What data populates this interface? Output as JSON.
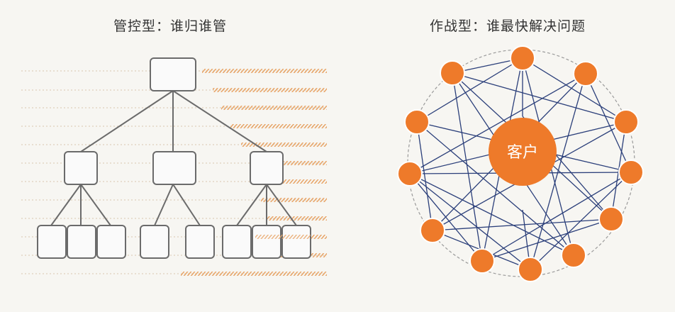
{
  "left": {
    "title": "管控型：谁归谁管"
  },
  "right": {
    "title": "作战型：谁最快解决问题",
    "center_label": "客户"
  },
  "colors": {
    "box_stroke": "#6b6b6b",
    "hatch": "#e8a66a",
    "node_fill": "#ee7a2a",
    "edge": "#2b3f7a",
    "ring": "#9a9a9a"
  }
}
